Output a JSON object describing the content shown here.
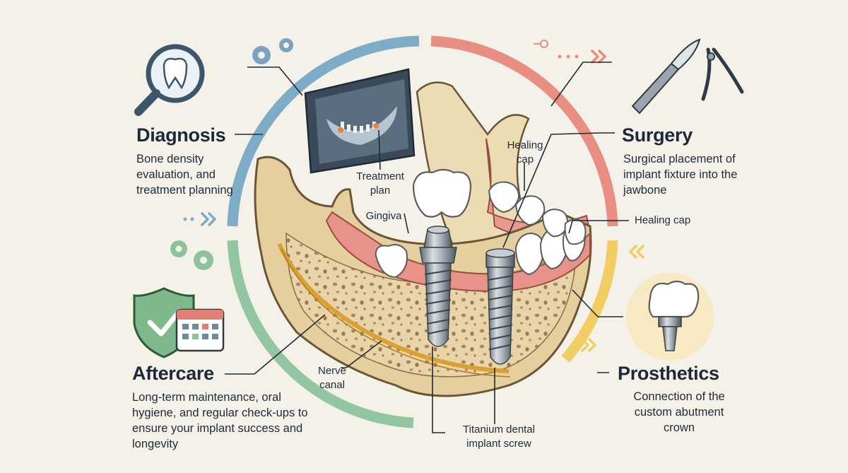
{
  "stages": {
    "diagnosis": {
      "title": "Diagnosis",
      "description": "Bone density evaluation, and treatment planning",
      "color": "#6fa3c0"
    },
    "surgery": {
      "title": "Surgery",
      "description": "Surgical placement of implant fixture into the jawbone",
      "color": "#e8877a"
    },
    "prosthetics": {
      "title": "Prosthetics",
      "description": "Connection of the custom abutment crown",
      "color": "#f0c85a"
    },
    "aftercare": {
      "title": "Aftercare",
      "description": "Long-term maintenance, oral hygiene, and regular check-ups to ensure your implant success and longevity",
      "color": "#8cc29a"
    }
  },
  "labels": {
    "treatment_plan": "Treatment plan",
    "healing_cap_top": "Healing cap",
    "healing_cap_right": "Healing cap",
    "gingiva": "Gingiva",
    "nerve_canal": "Nerve canal",
    "implant_screw": "Titanium dental implant screw"
  },
  "icons": [
    "magnifier-tooth-icon",
    "gear-icon",
    "xray-icon",
    "scalpel-icon",
    "pliers-icon",
    "crown-icon",
    "shield-check-icon",
    "calendar-icon",
    "chevron-icon"
  ]
}
